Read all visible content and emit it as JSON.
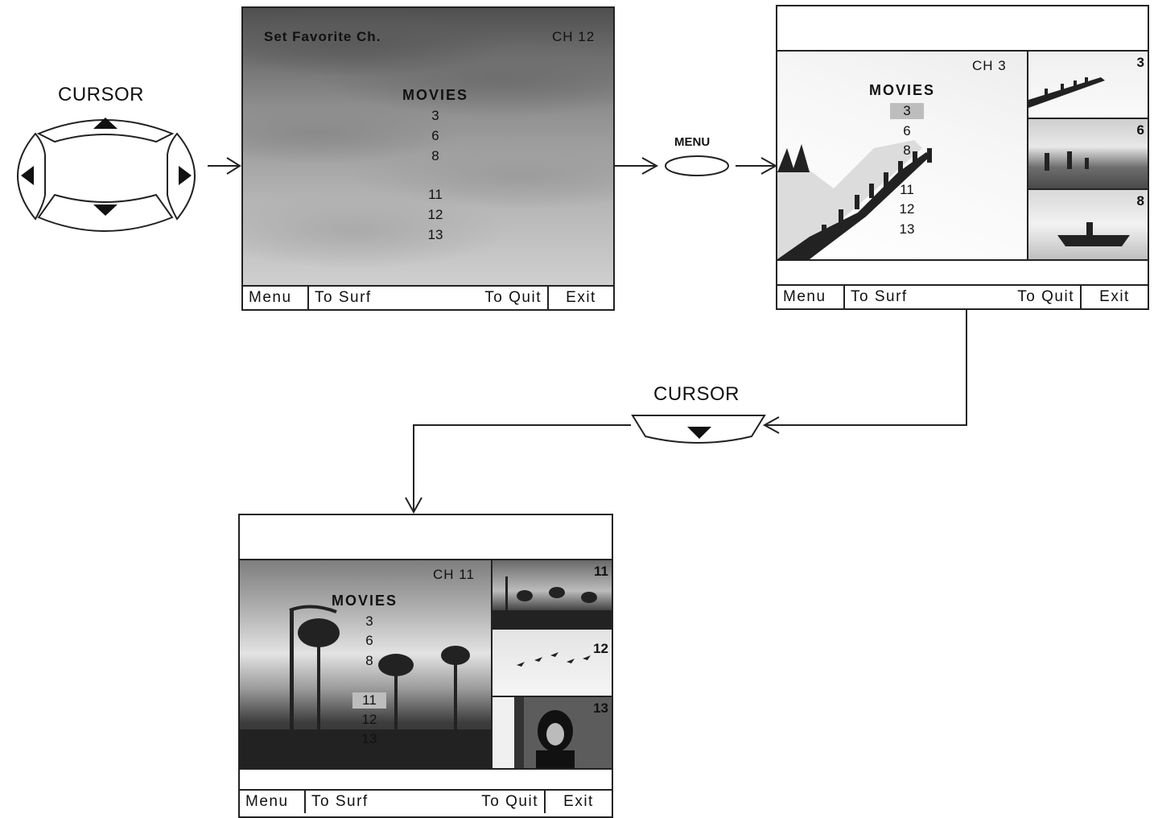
{
  "remote": {
    "cursor_label": "CURSOR",
    "menu_label": "MENU",
    "cursor_label_2": "CURSOR"
  },
  "screen1": {
    "title": "Set Favorite Ch.",
    "channel": "CH 12",
    "menu_title": "MOVIES",
    "channels": [
      "3",
      "6",
      "8",
      "11",
      "12",
      "13"
    ],
    "bar": {
      "menu": "Menu",
      "surf": "To Surf",
      "quit": "To Quit",
      "exit": "Exit"
    }
  },
  "screen2": {
    "channel": "CH 3",
    "menu_title": "MOVIES",
    "channels": [
      "3",
      "6",
      "8",
      "11",
      "12",
      "13"
    ],
    "highlighted": "3",
    "thumbs": [
      "3",
      "6",
      "8"
    ],
    "bar": {
      "menu": "Menu",
      "surf": "To Surf",
      "quit": "To Quit",
      "exit": "Exit"
    }
  },
  "screen3": {
    "channel": "CH 11",
    "menu_title": "MOVIES",
    "channels": [
      "3",
      "6",
      "8",
      "11",
      "12",
      "13"
    ],
    "highlighted": "11",
    "thumbs": [
      "11",
      "12",
      "13"
    ],
    "bar": {
      "menu": "Menu",
      "surf": "To Surf",
      "quit": "To Quit",
      "exit": "Exit"
    }
  },
  "colors": {
    "line": "#222222",
    "highlight": "#bdbdbd"
  }
}
